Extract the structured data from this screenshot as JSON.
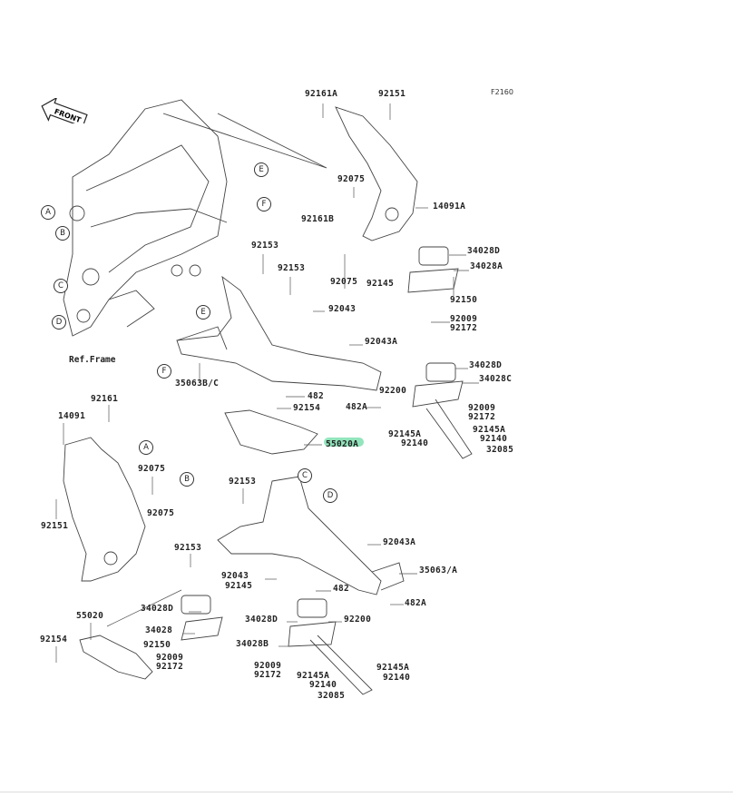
{
  "diagram": {
    "figure_code": "F2160",
    "front_marker": "FRONT",
    "ref_label": "Ref.Frame",
    "highlight_color": "#7fe0b0",
    "reference_circles": [
      "A",
      "B",
      "C",
      "D",
      "E",
      "F",
      "E",
      "F",
      "A",
      "B",
      "C",
      "D"
    ],
    "labels": [
      "92161A",
      "92151",
      "92075",
      "14091A",
      "92161B",
      "92153",
      "92153",
      "92075",
      "34028D",
      "34028A",
      "92145",
      "92150",
      "92043",
      "92009",
      "92172",
      "92043A",
      "35063B/C",
      "34028D",
      "34028C",
      "92200",
      "482",
      "92154",
      "482A",
      "92009",
      "92172",
      "92145A",
      "92145A",
      "92140",
      "92140",
      "32085",
      "55020A",
      "92161",
      "14091",
      "92075",
      "92153",
      "92075",
      "92151",
      "92043A",
      "92153",
      "35063/A",
      "92043",
      "92145",
      "482",
      "482A",
      "34028D",
      "34028D",
      "92200",
      "55020",
      "34028",
      "92154",
      "34028B",
      "92150",
      "92009",
      "92172",
      "92009",
      "92172",
      "92145A",
      "92145A",
      "92140",
      "92140",
      "32085"
    ]
  }
}
